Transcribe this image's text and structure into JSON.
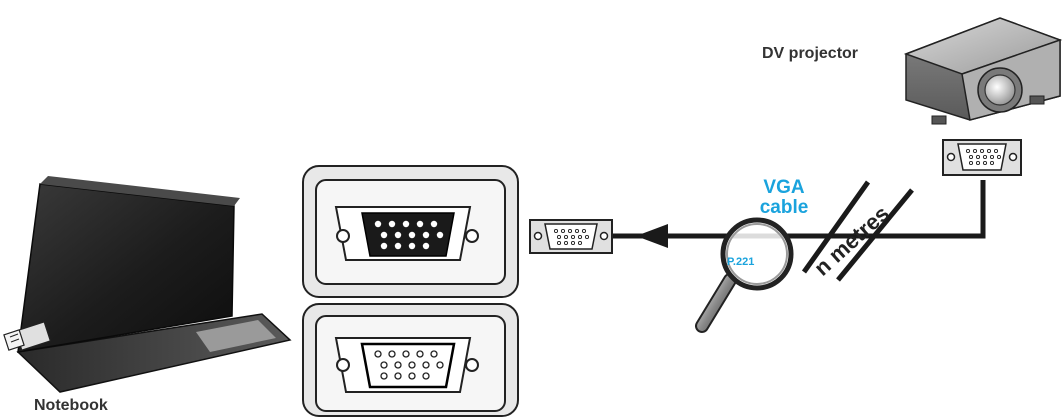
{
  "labels": {
    "projector": "DV projector",
    "notebook": "Notebook",
    "cable_line1": "VGA",
    "cable_line2": "cable",
    "page_ref": "P.221",
    "distance": "n metres"
  },
  "colors": {
    "accent": "#1aa3dd",
    "line": "#1a1a1a",
    "connector_frame": "#e6e6e6",
    "connector_body": "#d9d9d9"
  },
  "icons": {
    "projector": "projector-icon",
    "notebook": "laptop-icon",
    "magnifier": "magnifier-icon",
    "arrow": "arrow-left-icon"
  }
}
